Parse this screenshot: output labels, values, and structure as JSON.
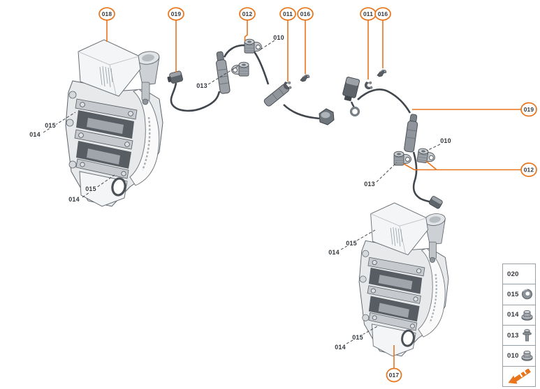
{
  "colors": {
    "accent_orange": "#E8751C",
    "label_text": "#33383D",
    "line_dark": "#42474D",
    "legend_border": "#99A0A6",
    "background": "#FFFFFF"
  },
  "callouts": [
    {
      "label": "018"
    },
    {
      "label": "019"
    },
    {
      "label": "012"
    },
    {
      "label": "011"
    },
    {
      "label": "016"
    },
    {
      "label": "011"
    },
    {
      "label": "016"
    },
    {
      "label": "019"
    },
    {
      "label": "012"
    },
    {
      "label": "017"
    }
  ],
  "part_labels": [
    {
      "text": "015"
    },
    {
      "text": "014"
    },
    {
      "text": "015"
    },
    {
      "text": "014"
    },
    {
      "text": "013"
    },
    {
      "text": "010"
    },
    {
      "text": "010"
    },
    {
      "text": "013"
    },
    {
      "text": "015"
    },
    {
      "text": "014"
    },
    {
      "text": "015"
    },
    {
      "text": "014"
    }
  ],
  "legend": {
    "rows": [
      {
        "number": "020",
        "icon": "none"
      },
      {
        "number": "015",
        "icon": "washer-icon"
      },
      {
        "number": "014",
        "icon": "flange-nut-icon"
      },
      {
        "number": "013",
        "icon": "bolt-icon"
      },
      {
        "number": "010",
        "icon": "flange-nut-icon"
      },
      {
        "number": "",
        "icon": "direction-arrow-icon"
      }
    ]
  }
}
